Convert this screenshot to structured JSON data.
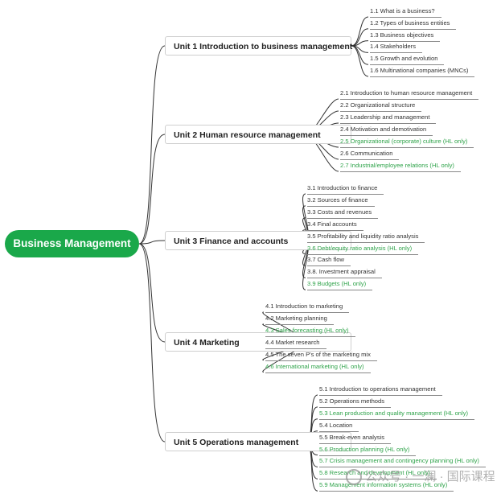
{
  "root": {
    "title": "Business Management"
  },
  "colors": {
    "root": "#1aa84a",
    "hl_text": "#2fa34a",
    "line": "#333333"
  },
  "units": [
    {
      "title": "Unit 1 Introduction to business management",
      "topics": [
        {
          "text": "1.1 What is a business?",
          "hl": false
        },
        {
          "text": "1.2 Types of business entities",
          "hl": false
        },
        {
          "text": "1.3 Business objectives",
          "hl": false
        },
        {
          "text": "1.4 Stakeholders",
          "hl": false
        },
        {
          "text": "1.5 Growth and evolution",
          "hl": false
        },
        {
          "text": "1.6 Multinational companies (MNCs)",
          "hl": false
        }
      ]
    },
    {
      "title": "Unit 2 Human resource management",
      "topics": [
        {
          "text": "2.1 Introduction to human resource management",
          "hl": false
        },
        {
          "text": "2.2 Organizational structure",
          "hl": false
        },
        {
          "text": "2.3 Leadership and management",
          "hl": false
        },
        {
          "text": "2.4 Motivation and demotivation",
          "hl": false
        },
        {
          "text": "2.5 Organizational (corporate) culture (HL only)",
          "hl": true
        },
        {
          "text": "2.6 Communication",
          "hl": false
        },
        {
          "text": "2.7 Industrial/employee relations (HL only)",
          "hl": true
        }
      ]
    },
    {
      "title": "Unit 3 Finance and accounts",
      "topics": [
        {
          "text": "3.1 Introduction to finance",
          "hl": false
        },
        {
          "text": "3.2 Sources of finance",
          "hl": false
        },
        {
          "text": "3.3 Costs and revenues",
          "hl": false
        },
        {
          "text": "3.4 Final accounts",
          "hl": false
        },
        {
          "text": "3.5 Profitability and liquidity ratio analysis",
          "hl": false
        },
        {
          "text": "3.6 Debt/equity ratio analysis (HL only)",
          "hl": true
        },
        {
          "text": "3.7 Cash flow",
          "hl": false
        },
        {
          "text": "3.8. Investment appraisal",
          "hl": false
        },
        {
          "text": "3.9 Budgets (HL only)",
          "hl": true
        }
      ]
    },
    {
      "title": "Unit 4 Marketing",
      "topics": [
        {
          "text": "4.1 Introduction to marketing",
          "hl": false
        },
        {
          "text": "4.2 Marketing planning",
          "hl": false
        },
        {
          "text": "4.3 Sales forecasting (HL only)",
          "hl": true
        },
        {
          "text": "4.4 Market research",
          "hl": false
        },
        {
          "text": "4.5 The seven P's of the marketing mix",
          "hl": false
        },
        {
          "text": "4.6 International marketing (HL only)",
          "hl": true
        }
      ]
    },
    {
      "title": "Unit 5 Operations management",
      "topics": [
        {
          "text": "5.1 Introduction to operations management",
          "hl": false
        },
        {
          "text": "5.2 Operations methods",
          "hl": false
        },
        {
          "text": "5.3 Lean production and quality management (HL only)",
          "hl": true
        },
        {
          "text": "5.4 Location",
          "hl": false
        },
        {
          "text": "5.5 Break-even analysis",
          "hl": false
        },
        {
          "text": "5.6 Production planning (HL only)",
          "hl": true
        },
        {
          "text": "5.7 Crisis management and contingency planning (HL only)",
          "hl": true
        },
        {
          "text": "5.8 Research and development (HL only)",
          "hl": true
        },
        {
          "text": "5.9 Management information systems (HL only)",
          "hl": true
        }
      ]
    }
  ],
  "watermark": {
    "text": "公众号 · 一澜 · 国际课程"
  }
}
